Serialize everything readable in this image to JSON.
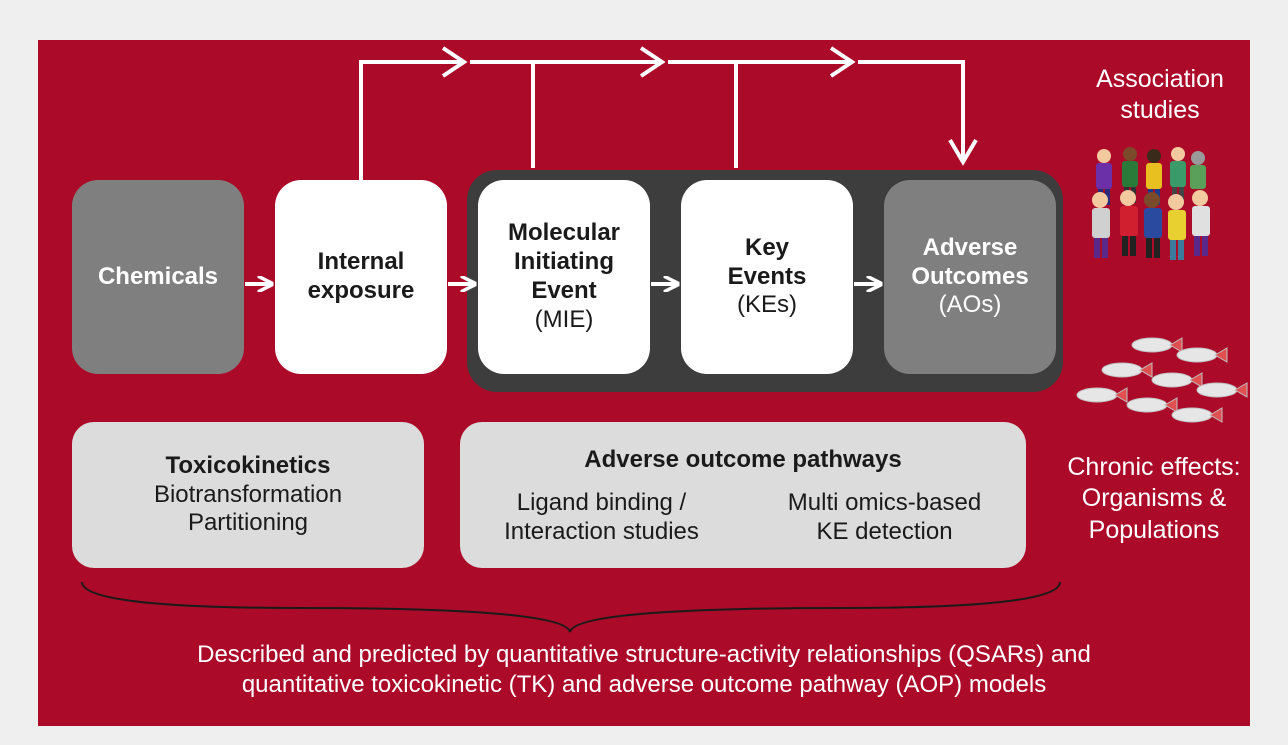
{
  "flow": {
    "chemicals": "Chemicals",
    "internal_line1": "Internal",
    "internal_line2": "exposure",
    "mie_line1": "Molecular",
    "mie_line2": "Initiating",
    "mie_line3": "Event",
    "mie_abbr": "(MIE)",
    "ke_line1": "Key",
    "ke_line2": "Events",
    "ke_abbr": "(KEs)",
    "ao_line1": "Adverse",
    "ao_line2": "Outcomes",
    "ao_abbr": "(AOs)"
  },
  "toxicokinetics": {
    "title": "Toxicokinetics",
    "line1": "Biotransformation",
    "line2": "Partitioning"
  },
  "aop": {
    "title": "Adverse outcome pathways",
    "left_line1": "Ligand binding /",
    "left_line2": "Interaction studies",
    "right_line1": "Multi omics-based",
    "right_line2": "KE detection"
  },
  "side": {
    "association_line1": "Association",
    "association_line2": "studies",
    "chronic_line1": "Chronic effects:",
    "chronic_line2": "Organisms &",
    "chronic_line3": "Populations"
  },
  "footer": {
    "line1": "Described and predicted by quantitative structure-activity relationships (QSARs) and",
    "line2": "quantitative toxicokinetic (TK) and adverse outcome pathway (AOP) models"
  },
  "colors": {
    "background": "#ab0a28",
    "dark_frame": "#3d3d3d",
    "grey_box": "#7f7f7f",
    "light_box": "#dcdcdc"
  },
  "icons": [
    "people-group-icon",
    "fish-school-icon"
  ]
}
